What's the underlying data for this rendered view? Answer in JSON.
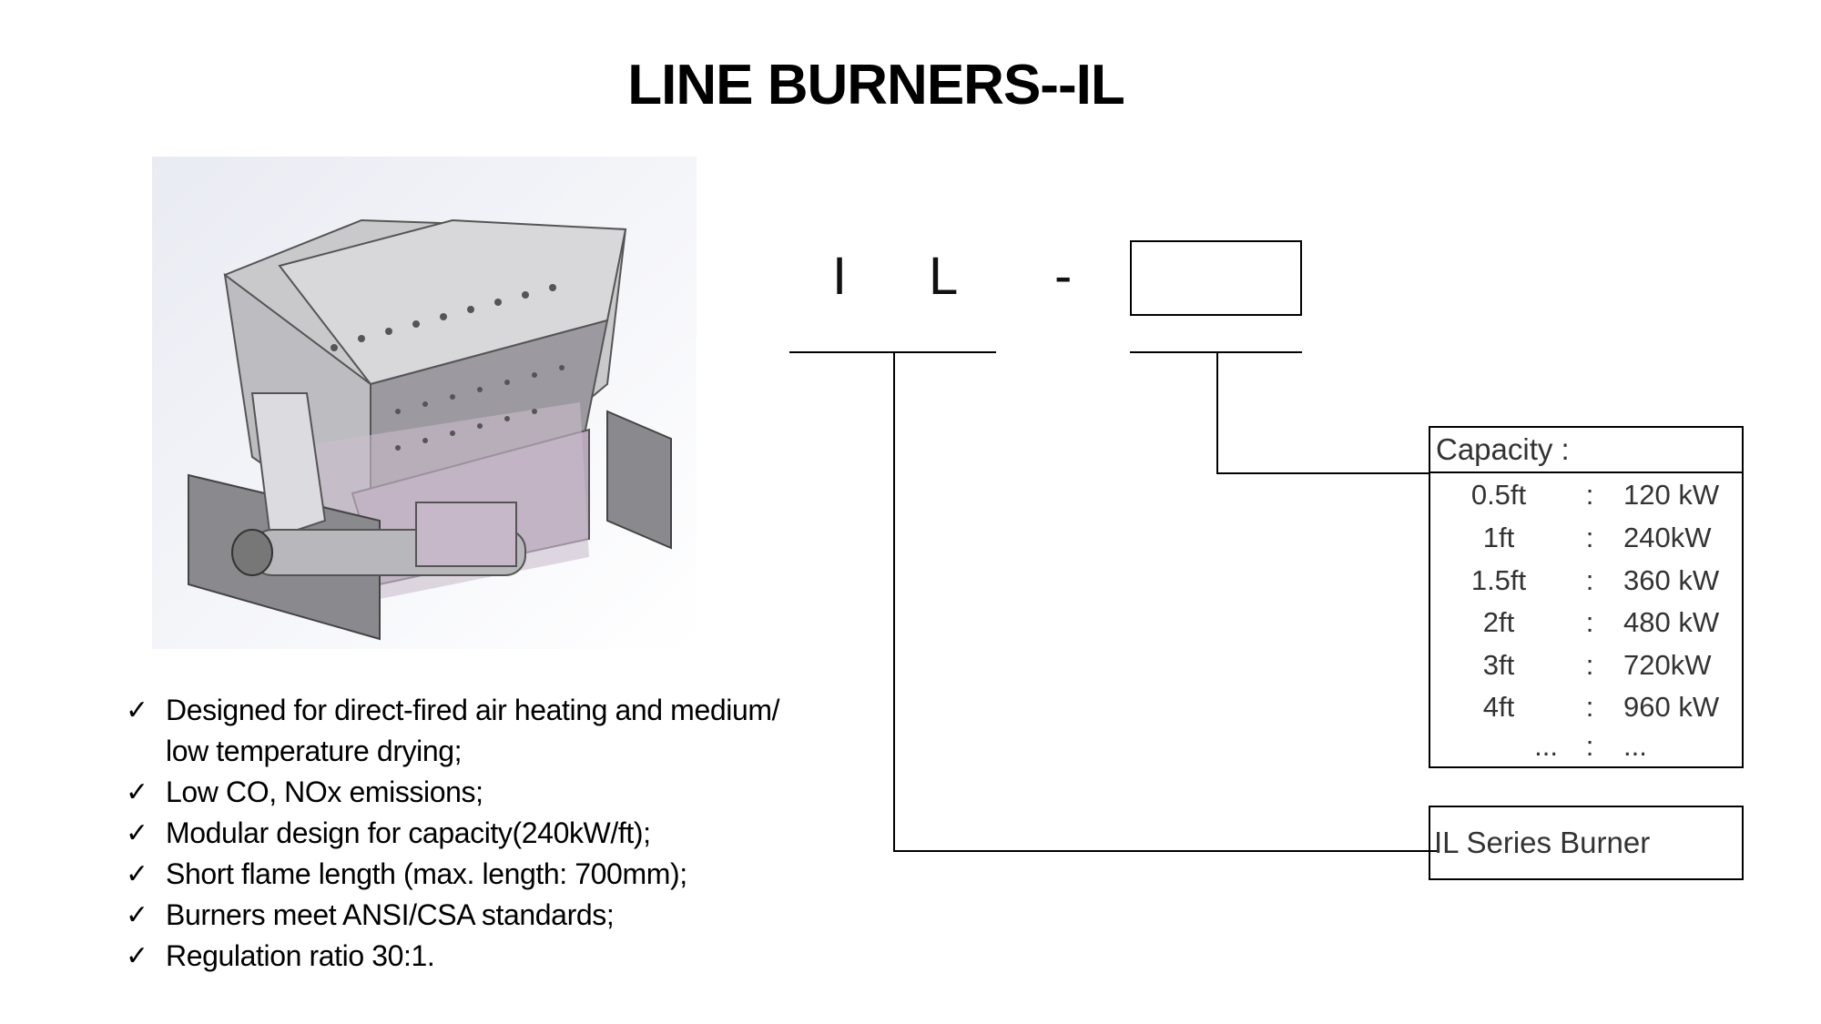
{
  "title": "LINE BURNERS--IL",
  "model_code": {
    "letter1": "I",
    "letter2": "L",
    "dash": "-"
  },
  "capacity": {
    "header": "Capacity :",
    "rows": [
      {
        "length": "0.5ft",
        "sep": ":",
        "power": "120 kW"
      },
      {
        "length": "1ft",
        "sep": ":",
        "power": "240kW"
      },
      {
        "length": "1.5ft",
        "sep": ":",
        "power": "360 kW"
      },
      {
        "length": "2ft",
        "sep": ":",
        "power": "480 kW"
      },
      {
        "length": "3ft",
        "sep": ":",
        "power": "720kW"
      },
      {
        "length": "4ft",
        "sep": ":",
        "power": "960 kW"
      },
      {
        "length": "...",
        "sep": ":",
        "power": "..."
      }
    ]
  },
  "series_label": "IL Series Burner",
  "features": {
    "check": "✓",
    "items": [
      "Designed for direct-fired air heating and medium/ low temperature drying;",
      "Low CO, NOx emissions;",
      "Modular design for capacity(240kW/ft);",
      "Short flame length (max. length: 700mm);",
      "Burners meet ANSI/CSA standards;",
      "Regulation ratio 30:1."
    ]
  }
}
